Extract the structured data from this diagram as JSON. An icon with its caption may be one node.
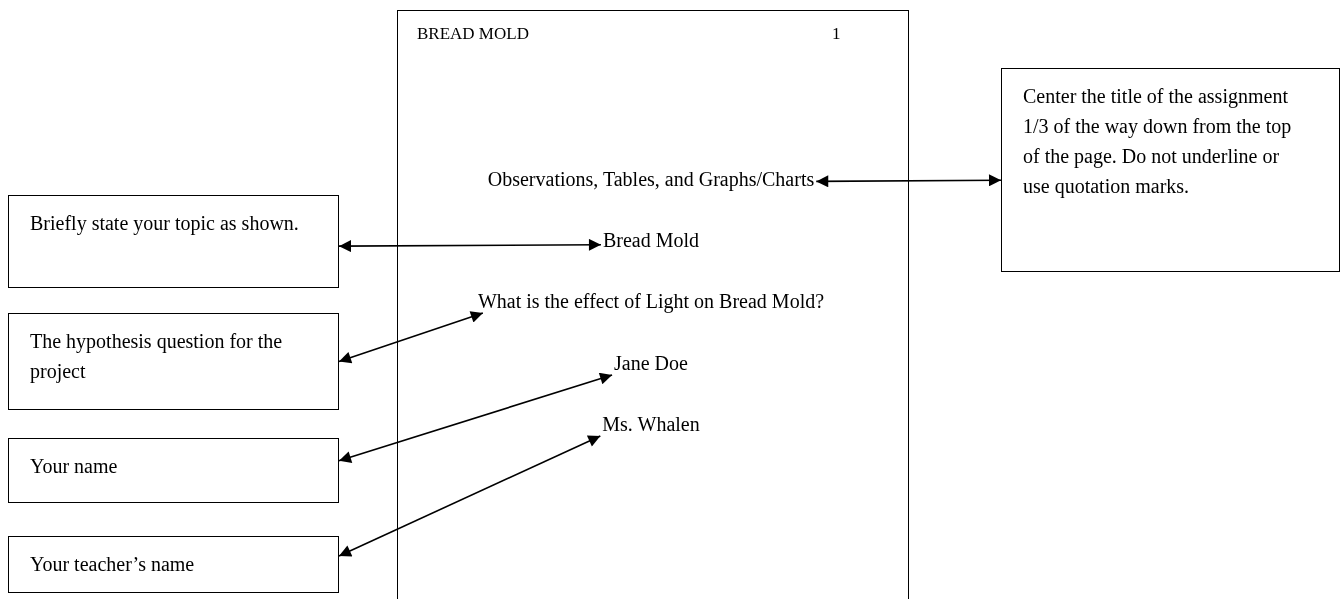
{
  "diagram": {
    "nodes": [
      {
        "text": [],
        "shape": "box"
      },
      {
        "text": [
          "Observations, Tables, and Graphs/Charts"
        ],
        "in": 0
      },
      {
        "text": [
          "Bread Mold"
        ],
        "in": 0
      },
      {
        "text": [
          "What is the effect of Light on Bread Mold?"
        ],
        "in": 0
      },
      {
        "text": [
          "Jane Doe"
        ],
        "in": 0
      },
      {
        "text": [
          "Ms. Whalen"
        ],
        "in": 0
      },
      {
        "text": [
          "Briefly state your topic as shown."
        ]
      },
      {
        "text": [
          "The hypothesis question for the project"
        ]
      },
      {
        "text": [
          "Your name"
        ]
      },
      {
        "text": [
          "Your teacher’s name"
        ]
      },
      {
        "text": [
          "Center the title of the assignment 1/3 of the way down from the top of the page. Do not underline or use quotation marks."
        ]
      }
    ],
    "edges": [
      {
        "from": 10,
        "to": 1,
        "arrow": "both"
      },
      {
        "from": 6,
        "to": 2,
        "arrow": "both"
      },
      {
        "from": 7,
        "to": 3,
        "arrow": "both"
      },
      {
        "from": 8,
        "to": 4,
        "arrow": "both"
      },
      {
        "from": 9,
        "to": 5,
        "arrow": "both"
      }
    ],
    "labels": [
      "BREAD MOLD",
      "1"
    ]
  }
}
